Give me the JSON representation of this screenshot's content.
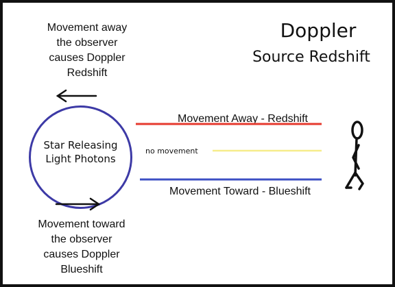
{
  "title": {
    "main": "Doppler",
    "sub": "Source Redshift"
  },
  "notes": {
    "away": "Movement away\nthe observer\ncauses Doppler\nRedshift",
    "toward": "Movement toward\nthe observer\ncauses Doppler\nBlueshift"
  },
  "star": {
    "label": "Star Releasing\nLight Photons"
  },
  "lines": {
    "red_label": "Movement Away - Redshift",
    "none_label": "no movement",
    "blue_label": "Movement Toward - Blueshift"
  },
  "colors": {
    "redshift": "#e63a2e",
    "no_movement": "#f6ec8a",
    "blueshift": "#3c4fc4",
    "circle": "#3d3aa6",
    "ink": "#111111"
  },
  "icons": {
    "arrow_away": "arrow-left-icon",
    "arrow_toward": "arrow-right-icon",
    "observer": "stick-figure-observer-icon"
  }
}
